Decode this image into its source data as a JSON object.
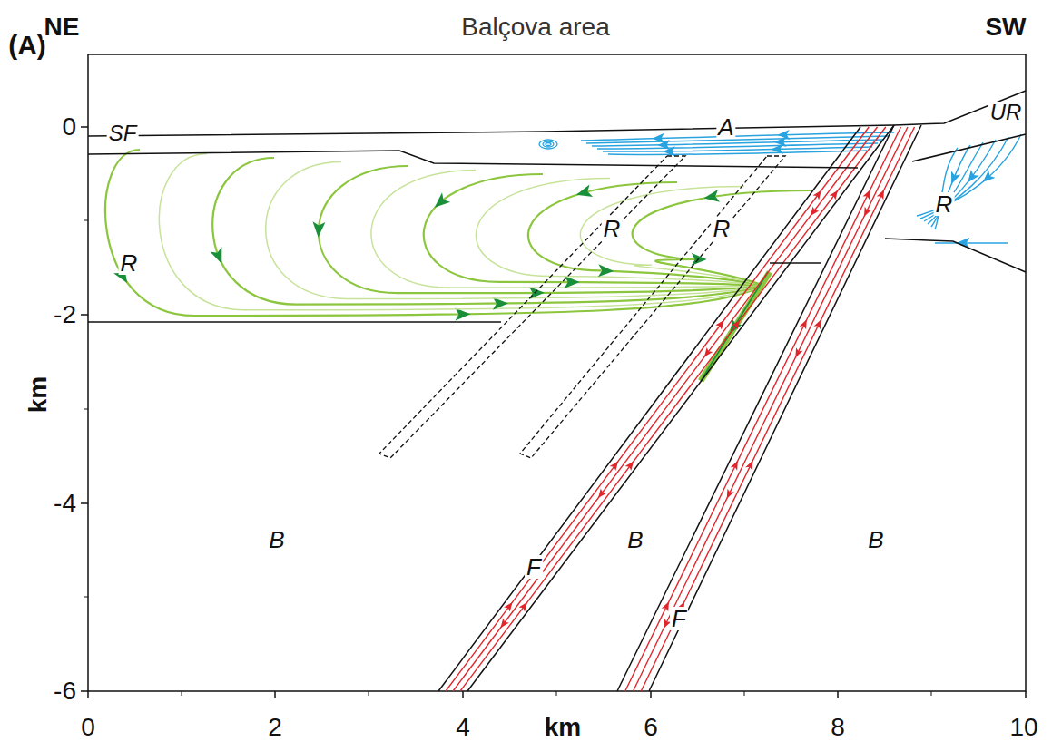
{
  "diagram": {
    "title": "Balçova area",
    "labels": [
      "(A)",
      "NE",
      "SW",
      "SF",
      "A",
      "UR",
      "R",
      "R",
      "R",
      "R",
      "B",
      "B",
      "B",
      "F",
      "F",
      "0",
      "-2",
      "-4",
      "-6",
      "km",
      "0",
      "2",
      "4",
      "6",
      "8",
      "10",
      "km"
    ]
  }
}
